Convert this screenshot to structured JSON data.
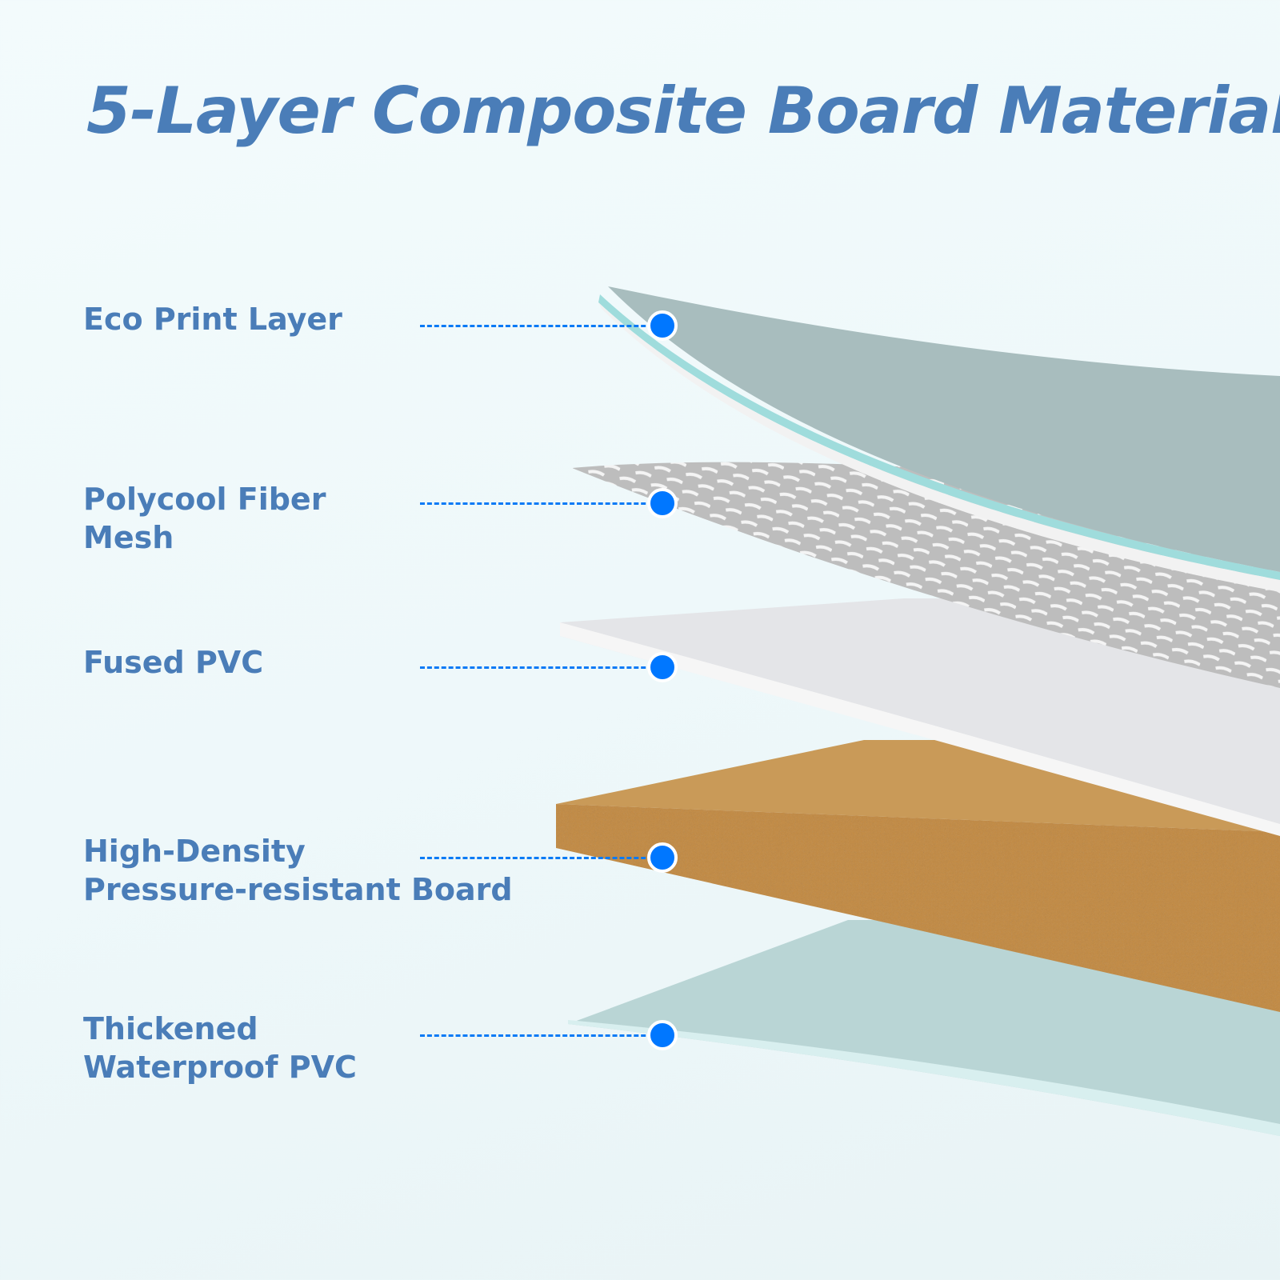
{
  "title": "5-Layer Composite Board Material",
  "layers": [
    {
      "lines": [
        "Eco Print Layer"
      ]
    },
    {
      "lines": [
        "Polycool Fiber",
        "Mesh"
      ]
    },
    {
      "lines": [
        "Fused PVC"
      ]
    },
    {
      "lines": [
        "High-Density",
        "Pressure-resistant Board"
      ]
    },
    {
      "lines": [
        "Thickened",
        "Waterproof PVC"
      ]
    }
  ],
  "colors": {
    "text": "#4a7db8",
    "marker": "#0077ff",
    "print_layer": "#a9bfc0",
    "mesh": "#c9c9c9",
    "pvc": "#e4e4e6",
    "board": "#c8954f",
    "waterproof": "#b7d6d6"
  }
}
